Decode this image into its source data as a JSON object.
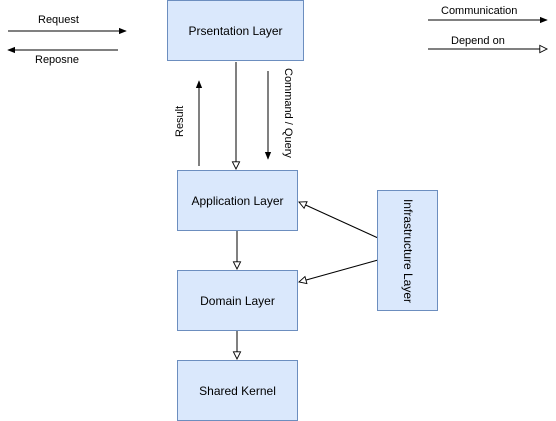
{
  "legend": {
    "request": "Request",
    "response": "Reposne",
    "communication": "Communication",
    "depend_on": "Depend on"
  },
  "layers": {
    "presentation": "Prsentation Layer",
    "application": "Application Layer",
    "domain": "Domain Layer",
    "shared_kernel": "Shared Kernel",
    "infrastructure": "Infrastructure Layer"
  },
  "edge_labels": {
    "result": "Result",
    "command_query": "Command / Query"
  },
  "colors": {
    "box_fill": "#dae8fc",
    "box_stroke": "#6c8ebf",
    "line": "#000000"
  }
}
